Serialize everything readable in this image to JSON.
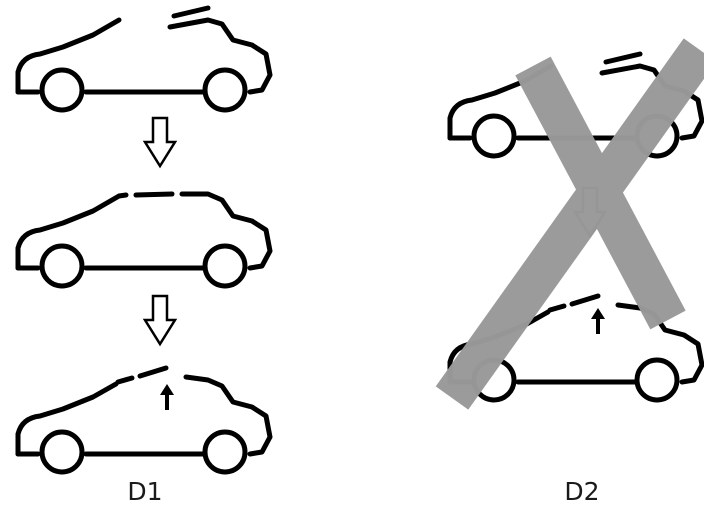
{
  "panels": [
    {
      "id": "D1",
      "label": "D1",
      "crossed_out": false,
      "steps": [
        "open-roof-car",
        "closed-roof-car",
        "roof-lifting-car"
      ]
    },
    {
      "id": "D2",
      "label": "D2",
      "crossed_out": true,
      "steps": [
        "open-roof-car",
        "roof-lifting-car"
      ]
    }
  ],
  "colors": {
    "ink": "#000000",
    "cross": "#9a9a9a",
    "background": "#ffffff"
  }
}
